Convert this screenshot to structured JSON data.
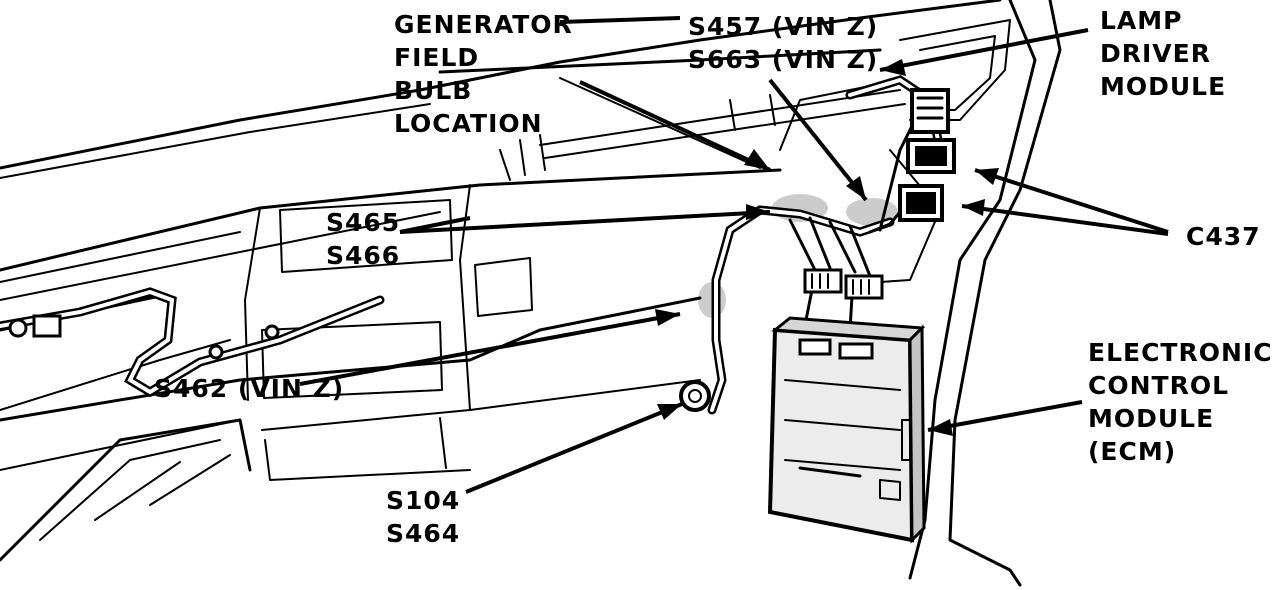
{
  "colors": {
    "ink": "#000000",
    "paper": "#ffffff",
    "shade": "#bcbcbc"
  },
  "labels": {
    "generator_field": [
      "GENERATOR",
      "FIELD",
      "BULB",
      "LOCATION"
    ],
    "s457_s663": [
      "S457 (VIN Z)",
      "S663 (VIN Z)"
    ],
    "lamp_driver": [
      "LAMP",
      "DRIVER",
      "MODULE"
    ],
    "s465_s466": [
      "S465",
      "S466"
    ],
    "c437": "C437",
    "ecm": [
      "ELECTRONIC",
      "CONTROL",
      "MODULE",
      "(ECM)"
    ],
    "s462": "S462 (VIN Z)",
    "s104_s464": [
      "S104",
      "S464"
    ]
  }
}
